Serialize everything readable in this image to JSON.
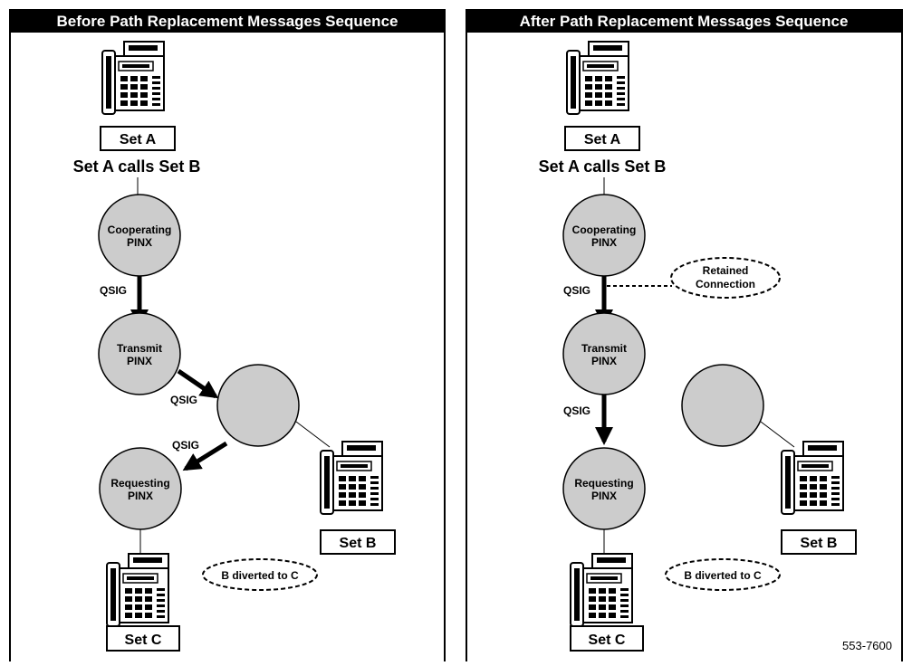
{
  "left_panel": {
    "title": "Before Path Replacement Messages Sequence",
    "set_a": "Set A",
    "calls_text": "Set A calls Set B",
    "cooperating": [
      "Cooperating",
      "PINX"
    ],
    "transmit": [
      "Transmit",
      "PINX"
    ],
    "requesting": [
      "Requesting",
      "PINX"
    ],
    "qsig_1": "QSIG",
    "qsig_2": "QSIG",
    "qsig_3": "QSIG",
    "set_b": "Set B",
    "set_c": "Set C",
    "diverted": "B diverted to C"
  },
  "right_panel": {
    "title": "After Path Replacement Messages Sequence",
    "set_a": "Set A",
    "calls_text": "Set A calls Set B",
    "cooperating": [
      "Cooperating",
      "PINX"
    ],
    "transmit": [
      "Transmit",
      "PINX"
    ],
    "requesting": [
      "Requesting",
      "PINX"
    ],
    "qsig_1": "QSIG",
    "qsig_2": "QSIG",
    "retained": [
      "Retained",
      "Connection"
    ],
    "set_b": "Set B",
    "set_c": "Set C",
    "diverted": "B diverted to C",
    "figure_number": "553-7600"
  }
}
